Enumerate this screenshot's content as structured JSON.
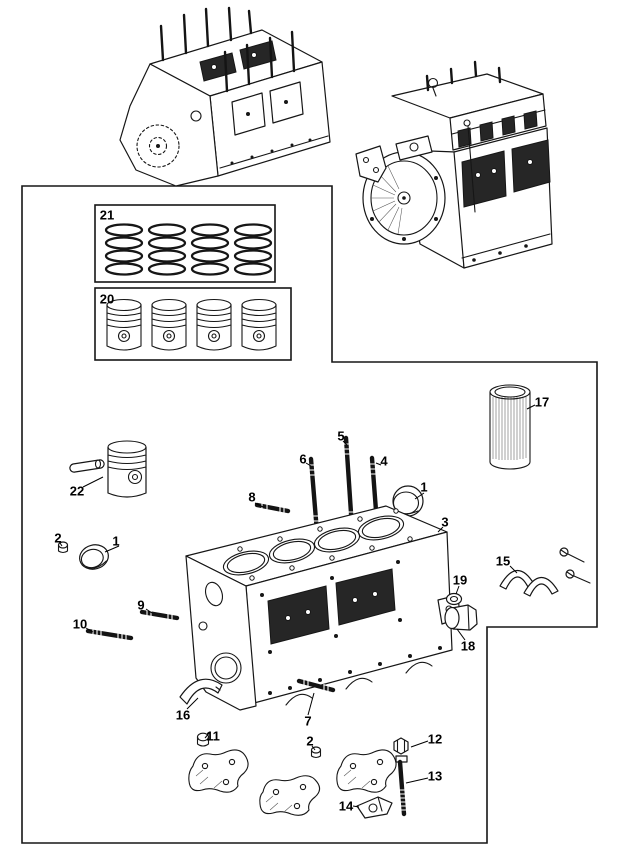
{
  "figure": {
    "callouts": {
      "rings_box": "21",
      "pistons_box": "20",
      "cylinder_liner": "17",
      "piston_with_pin": "22",
      "stud_long_center": "5",
      "stud_left": "6",
      "stud_right": "4",
      "core_plug_front": "1",
      "core_plug_side": "1",
      "small_plug_side": "2",
      "small_plug_bottom": "2",
      "cup_plug_small": "3",
      "stud_short_upper": "8",
      "stud_mid_left": "9",
      "stud_long_left": "10",
      "bearing_straps": "15",
      "washer": "19",
      "drain_plug": "18",
      "bearing_shell": "16",
      "cup_plug_lower": "11",
      "stud_bottom": "7",
      "nut": "12",
      "bolt": "13",
      "lock_tab": "14"
    }
  }
}
